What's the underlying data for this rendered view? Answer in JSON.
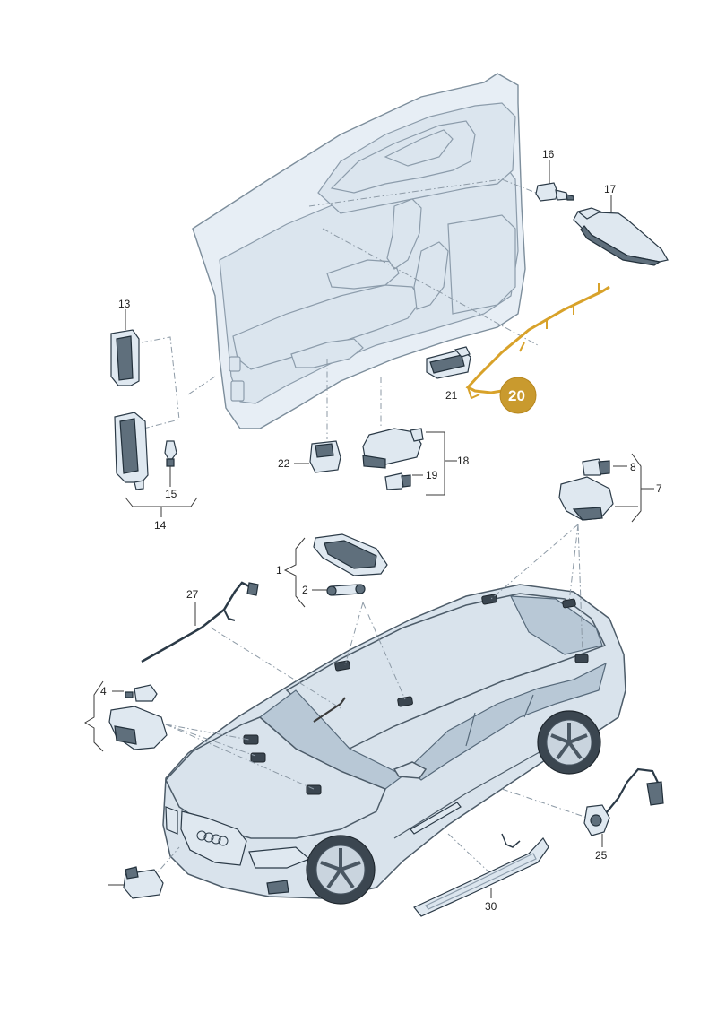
{
  "labels": {
    "p1": "1",
    "p2": "2",
    "p4": "4",
    "p7": "7",
    "p8": "8",
    "p13": "13",
    "p14": "14",
    "p15": "15",
    "p16": "16",
    "p17": "17",
    "p18": "18",
    "p19": "19",
    "p20": "20",
    "p21": "21",
    "p22": "22",
    "p25": "25",
    "p27": "27",
    "p30": "30"
  },
  "colors": {
    "highlight": "#d8a22a",
    "badge": "#c99a2e",
    "line_art": "#2b3a47",
    "fill_light": "#dfe8f0"
  }
}
